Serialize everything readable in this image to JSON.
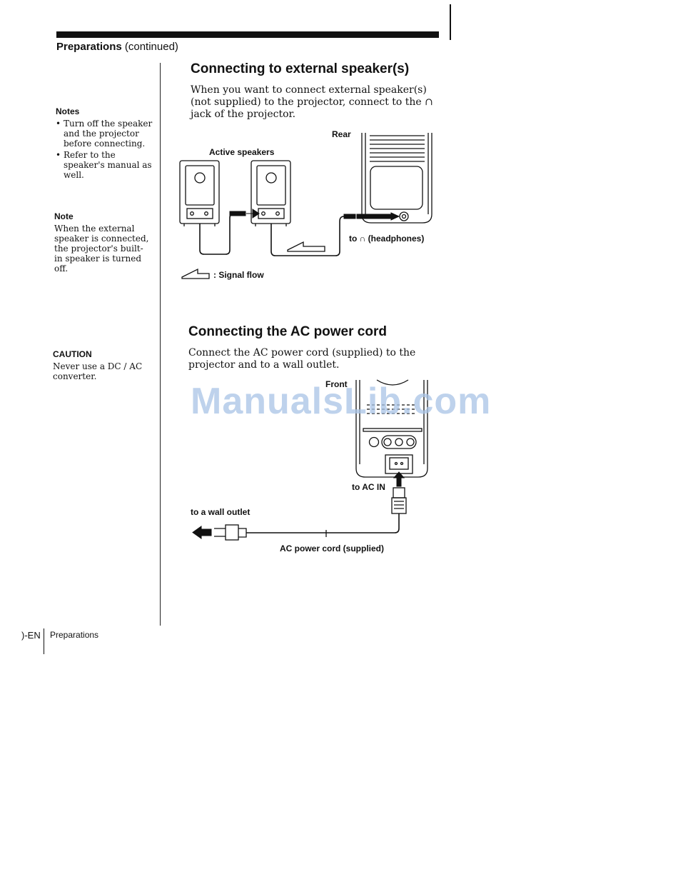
{
  "header": {
    "title_bold": "Preparations",
    "title_rest": " (continued)"
  },
  "sidebar": {
    "notes_heading": "Notes",
    "notes": [
      "Turn off the speaker and the projector before connecting.",
      "Refer to the speaker's manual as well."
    ],
    "note_heading": "Note",
    "note_text": "When the external speaker is connected, the projector's built-in speaker is turned off.",
    "caution_heading": "CAUTION",
    "caution_text": "Never use a DC / AC converter."
  },
  "section1": {
    "title": "Connecting to external speaker(s)",
    "body": "When you want to connect external speaker(s) (not supplied) to the projector, connect to the ∩ jack of the projector.",
    "labels": {
      "rear": "Rear",
      "active_speakers": "Active speakers",
      "to_headphones": "to ∩ (headphones)",
      "signal_flow": ": Signal flow"
    }
  },
  "section2": {
    "title": "Connecting the AC power cord",
    "body": "Connect the AC power cord (supplied) to the projector and to a wall outlet.",
    "labels": {
      "front": "Front",
      "to_ac_in": "to AC IN",
      "to_wall_outlet": "to a wall outlet",
      "ac_power_cord": "AC power cord (supplied)"
    }
  },
  "watermark": "ManualsLib.com",
  "footer": {
    "page": ")-EN",
    "section": "Preparations"
  }
}
